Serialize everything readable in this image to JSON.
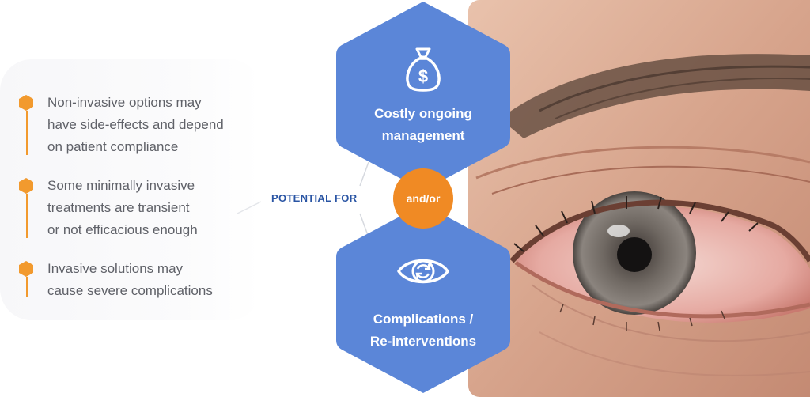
{
  "bullets": [
    {
      "text": "Non-invasive options may\nhave side-effects and depend\non patient compliance"
    },
    {
      "text": "Some minimally invasive\ntreatments are transient\nor not efficacious enough"
    },
    {
      "text": "Invasive solutions may\ncause severe complications"
    }
  ],
  "potential_label": "POTENTIAL FOR",
  "hex_top": {
    "title": "Costly ongoing\nmanagement",
    "icon": "money-bag-icon"
  },
  "hex_bottom": {
    "title": "Complications /\nRe-interventions",
    "icon": "eye-refresh-icon"
  },
  "connector_text": "and/or",
  "colors": {
    "hex_blue": "#5b86d8",
    "accent_orange": "#f08a24",
    "bullet_orange": "#f29a2e",
    "label_blue": "#2a55a4",
    "text_gray": "#5f6168"
  },
  "photo": {
    "subject": "close-up of red irritated eye"
  }
}
